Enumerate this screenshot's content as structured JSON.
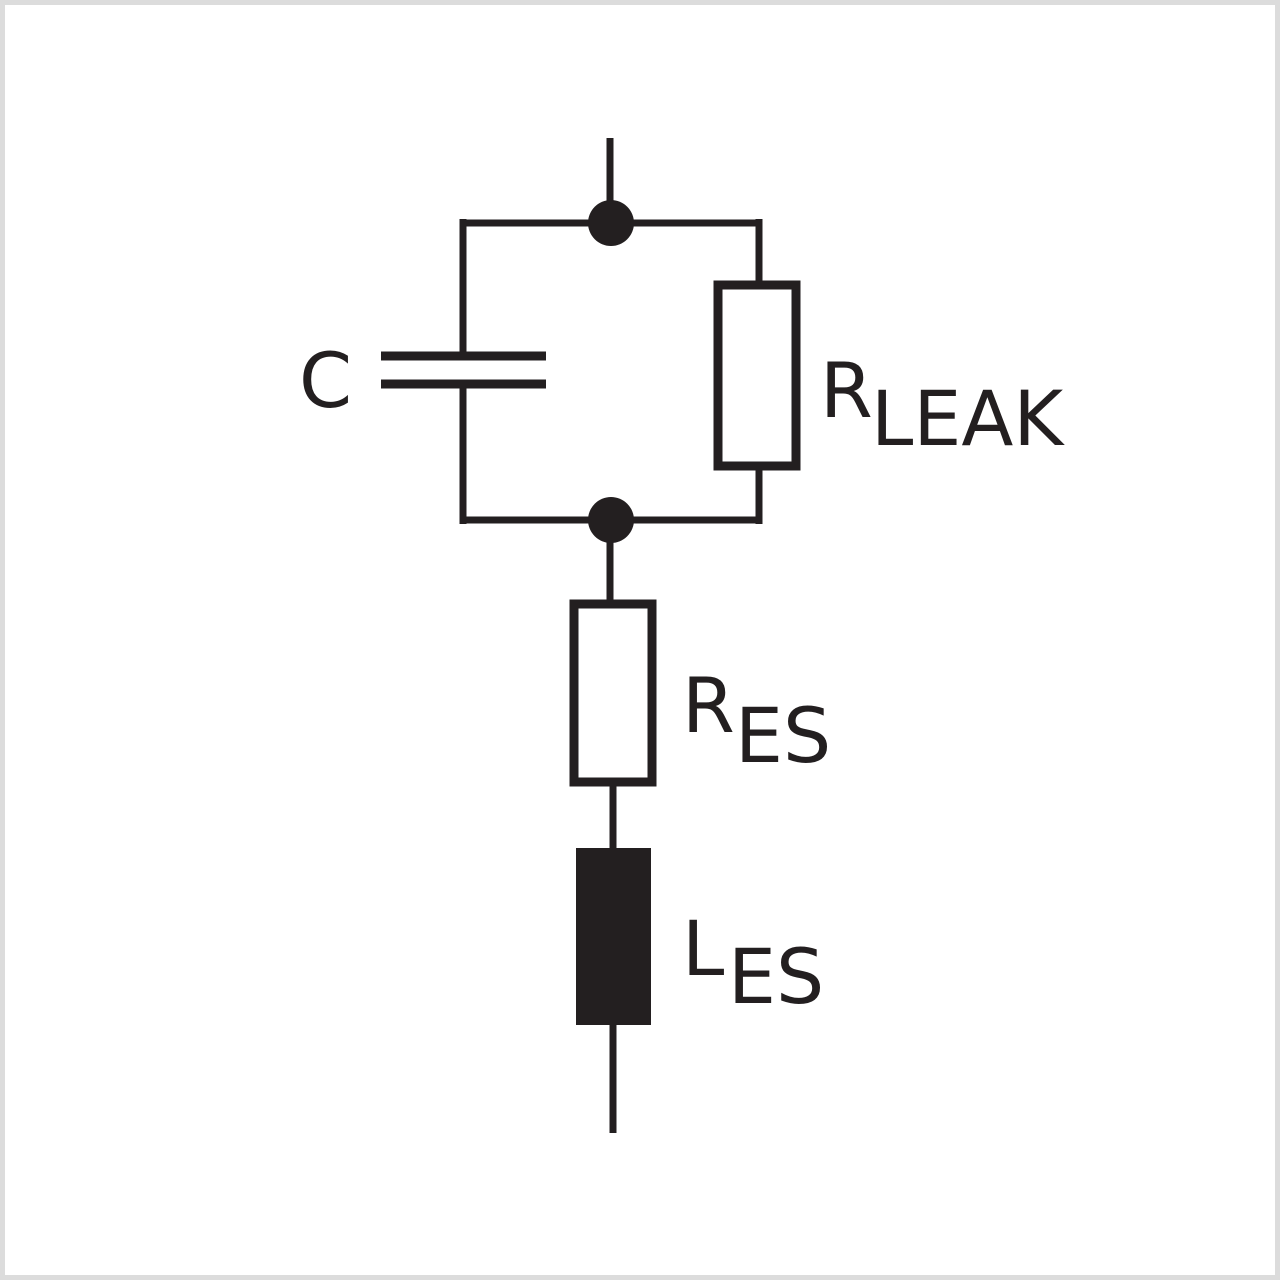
{
  "diagram": {
    "labels": {
      "capacitor": "C",
      "leak_main": "R",
      "leak_sub": "LEAK",
      "res_main": "R",
      "res_sub": "ES",
      "ind_main": "L",
      "ind_sub": "ES"
    }
  }
}
